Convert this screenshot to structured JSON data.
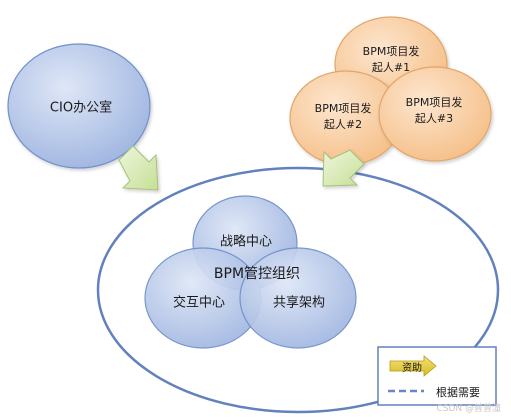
{
  "nodes": {
    "cio_office": "CIO办公室",
    "initiator_1": {
      "line1": "BPM项目发",
      "line2": "起人#1"
    },
    "initiator_2": {
      "line1": "BPM项目发",
      "line2": "起人#2"
    },
    "initiator_3": {
      "line1": "BPM项目发",
      "line2": "起人#3"
    },
    "bpm_center": "BPM管控组织",
    "strategy_center": "战略中心",
    "interaction_center": "交互中心",
    "shared_architecture": "共享架构"
  },
  "legend": {
    "funding": "资助",
    "as_needed": "根据需要"
  },
  "watermark": "CSDN @普曾潼",
  "colors": {
    "blue_fill": "#a9bde4",
    "blue_stroke": "#6f8fc9",
    "orange_fill": "#f8c99a",
    "orange_stroke": "#e3a56a",
    "outer_ring": "#6281bd",
    "arrow_fill": "#d9ecb5",
    "arrow_stroke": "#a6c276",
    "legend_arrow_fill": "#e7cf3f",
    "dashed_line": "#6a86c6"
  }
}
